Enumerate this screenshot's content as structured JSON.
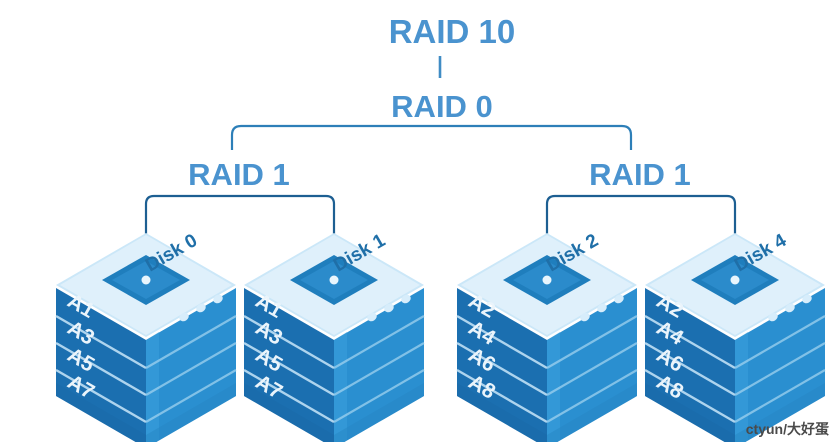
{
  "diagram": {
    "title": "RAID 10",
    "mid_level": "RAID 0",
    "groups": [
      {
        "label": "RAID 1",
        "disks": [
          {
            "name": "Disk 0",
            "blocks": [
              "A1",
              "A3",
              "A5",
              "A7"
            ]
          },
          {
            "name": "Disk 1",
            "blocks": [
              "A1",
              "A3",
              "A5",
              "A7"
            ]
          }
        ]
      },
      {
        "label": "RAID 1",
        "disks": [
          {
            "name": "Disk 2",
            "blocks": [
              "A2",
              "A4",
              "A6",
              "A8"
            ]
          },
          {
            "name": "Disk 4",
            "blocks": [
              "A2",
              "A4",
              "A6",
              "A8"
            ]
          }
        ]
      }
    ],
    "watermark": "ctyun/大好蛋",
    "colors": {
      "title_blue": "#4a93cf",
      "connector_blue": "#2d7fb8",
      "disk_top_light": "#c8e6f7",
      "disk_top_pale": "#dff0fb",
      "disk_left_face": "#1b6fb0",
      "disk_right_face": "#2a8fd0",
      "disk_port": "#1f7ebd",
      "background": "#ffffff"
    }
  }
}
